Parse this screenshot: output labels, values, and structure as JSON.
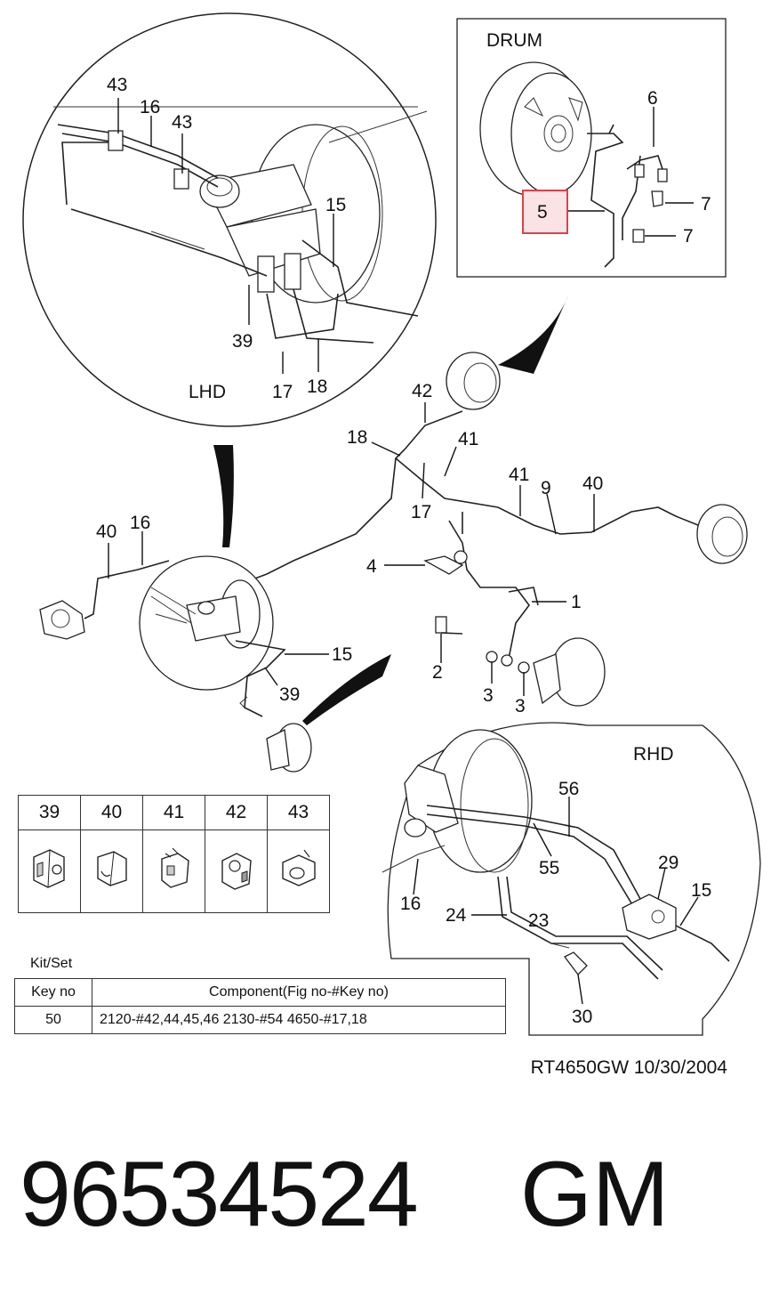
{
  "insets": {
    "lhd_label": "LHD",
    "drum_label": "DRUM",
    "rhd_label": "RHD"
  },
  "callouts": {
    "lhd": [
      "43",
      "16",
      "43",
      "15",
      "39",
      "17",
      "18"
    ],
    "drum": [
      "6",
      "5",
      "7",
      "7"
    ],
    "main": [
      "42",
      "18",
      "41",
      "17",
      "41",
      "9",
      "40",
      "40",
      "16",
      "4",
      "1",
      "15",
      "2",
      "3",
      "3",
      "39"
    ],
    "rhd": [
      "56",
      "55",
      "29",
      "15",
      "16",
      "24",
      "23",
      "30"
    ]
  },
  "highlight": {
    "color": "#e0404a",
    "fill": "#fbe3e5"
  },
  "clip_table": {
    "headers": [
      "39",
      "40",
      "41",
      "42",
      "43"
    ]
  },
  "kit": {
    "caption": "Kit/Set",
    "header_key": "Key no",
    "header_component": "Component(Fig no-#Key no)",
    "rows": [
      {
        "key": "50",
        "component": "2120-#42,44,45,46  2130-#54  4650-#17,18"
      }
    ]
  },
  "ref_code": "RT4650GW  10/30/2004",
  "part_number": "96534524",
  "brand": "GM"
}
